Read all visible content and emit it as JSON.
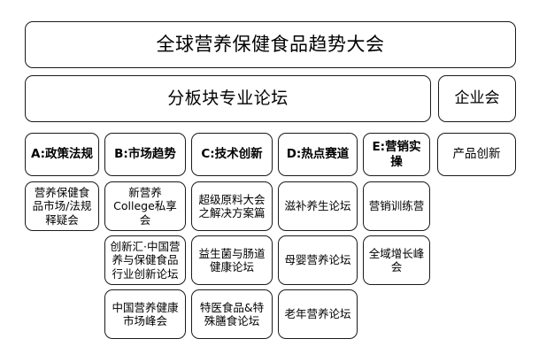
{
  "diagram": {
    "type": "conference-program-hierarchy",
    "title": "全球营养保健食品趋势大会",
    "level2": {
      "main_track": "分板块专业论坛",
      "side_track": "企业会"
    },
    "columns": [
      {
        "id": "A",
        "header": "A:政策法规",
        "items": [
          "营养保健食品市场/法规释疑会"
        ]
      },
      {
        "id": "B",
        "header": "B:市场趋势",
        "items": [
          "新营养College私享会",
          "创新汇·中国营养与保健食品行业创新论坛",
          "中国营养健康市场峰会"
        ]
      },
      {
        "id": "C",
        "header": "C:技术创新",
        "items": [
          "超级原料大会之解决方案篇",
          "益生菌与肠道健康论坛",
          "特医食品&特殊膳食论坛"
        ]
      },
      {
        "id": "D",
        "header": "D:热点赛道",
        "items": [
          "滋补养生论坛",
          "母婴营养论坛",
          "老年营养论坛"
        ]
      },
      {
        "id": "E",
        "header": "E:营销实操",
        "items": [
          "营销训练营",
          "全域增长峰会"
        ]
      },
      {
        "id": "F",
        "header": "产品创新",
        "items": []
      }
    ]
  },
  "colors": {
    "background": "#ffffff",
    "border": "#1a1a1a",
    "text": "#000000"
  }
}
